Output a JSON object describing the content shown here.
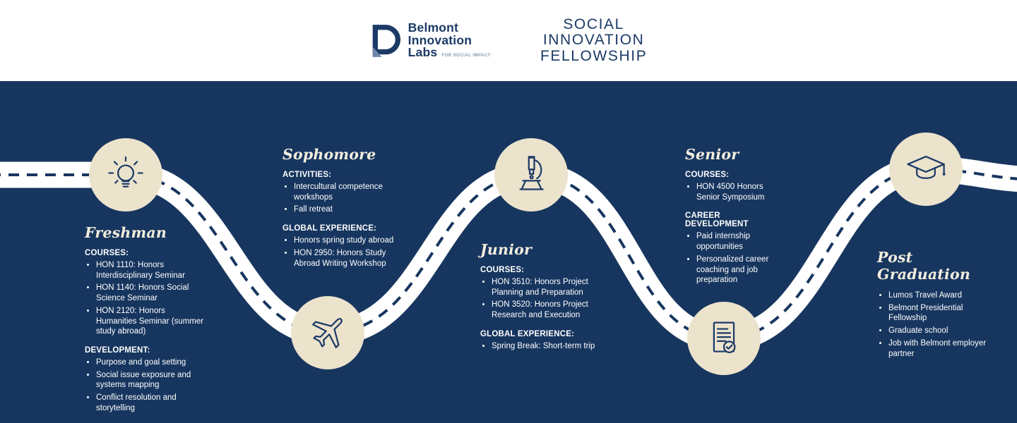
{
  "header": {
    "logo": {
      "line1": "Belmont",
      "line2": "Innovation",
      "line3": "Labs",
      "tagline": "FOR SOCIAL IMPACT"
    },
    "title_lines": [
      "SOCIAL",
      "INNOVATION",
      "FELLOWSHIP"
    ]
  },
  "colors": {
    "background_navy": "#17365f",
    "brand_navy": "#1b3a66",
    "circle_cream": "#ece3cd",
    "road_white": "#ffffff",
    "heading_cream": "#f3edde"
  },
  "icons": [
    "lightbulb-icon",
    "airplane-icon",
    "microscope-icon",
    "resume-checklist-icon",
    "graduation-cap-icon"
  ],
  "stages": [
    {
      "name": "Freshman",
      "icon": "lightbulb-icon",
      "sections": [
        {
          "label": "COURSES:",
          "items": [
            "HON 1110: Honors Interdisciplinary Seminar",
            "HON 1140: Honors Social Science Seminar",
            "HON 2120: Honors Humanities Seminar (summer study abroad)"
          ]
        },
        {
          "label": "DEVELOPMENT:",
          "items": [
            "Purpose and goal setting",
            "Social issue exposure and systems mapping",
            "Conflict resolution and storytelling"
          ]
        }
      ]
    },
    {
      "name": "Sophomore",
      "icon": "airplane-icon",
      "sections": [
        {
          "label": "ACTIVITIES:",
          "items": [
            "Intercultural competence workshops",
            "Fall retreat"
          ]
        },
        {
          "label": "GLOBAL EXPERIENCE:",
          "items": [
            "Honors spring study abroad",
            "HON 2950: Honors Study Abroad Writing Workshop"
          ]
        }
      ]
    },
    {
      "name": "Junior",
      "icon": "microscope-icon",
      "sections": [
        {
          "label": "COURSES:",
          "items": [
            "HON 3510: Honors Project Planning and Preparation",
            "HON 3520: Honors Project Research and Execution"
          ]
        },
        {
          "label": "GLOBAL EXPERIENCE:",
          "items": [
            "Spring Break: Short-term trip"
          ]
        }
      ]
    },
    {
      "name": "Senior",
      "icon": "resume-checklist-icon",
      "sections": [
        {
          "label": "COURSES:",
          "items": [
            "HON 4500 Honors Senior Symposium"
          ]
        },
        {
          "label": "CAREER DEVELOPMENT",
          "items": [
            "Paid internship opportunities",
            "Personalized career coaching and job preparation"
          ]
        }
      ]
    },
    {
      "name": "Post Graduation",
      "icon": "graduation-cap-icon",
      "sections": [
        {
          "label": "",
          "items": [
            "Lumos Travel Award",
            "Belmont Presidential Fellowship",
            "Graduate school",
            "Job with Belmont employer partner"
          ]
        }
      ]
    }
  ]
}
